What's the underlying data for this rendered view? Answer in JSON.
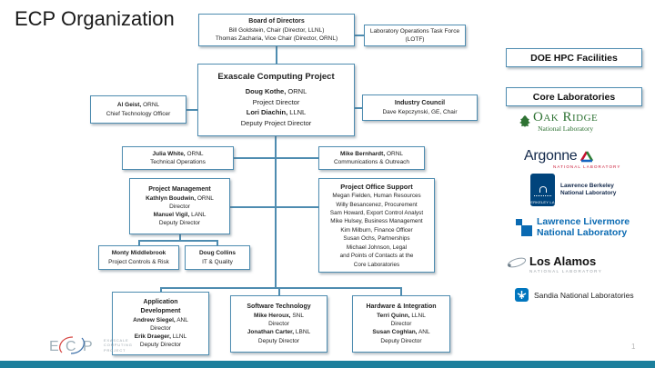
{
  "slide": {
    "title": "ECP Organization",
    "page_number": "1"
  },
  "org": {
    "board": {
      "title": "Board of Directors",
      "line1": "Bill Goldstein, Chair (Director, LLNL)",
      "line2": "Thomas Zacharia, Vice Chair (Director, ORNL)"
    },
    "lotf": {
      "title": "Laboratory Operations Task Force (LOTF)"
    },
    "ecp": {
      "title": "Exascale Computing Project",
      "director_name": "Doug Kothe,",
      "director_org": "ORNL",
      "director_role": "Project Director",
      "deputy_name": "Lori Diachin,",
      "deputy_org": "LLNL",
      "deputy_role": "Deputy Project Director"
    },
    "cto": {
      "name": "Al Geist,",
      "org": "ORNL",
      "role": "Chief Technology Officer"
    },
    "industry": {
      "title": "Industry Council",
      "line1": "Dave Kepczynski, GE, Chair"
    },
    "tech_ops": {
      "name": "Julia White,",
      "org": "ORNL",
      "role": "Technical Operations"
    },
    "comms": {
      "name": "Mike Bernhardt,",
      "org": "ORNL",
      "role": "Communications & Outreach"
    },
    "pm": {
      "title": "Project Management",
      "director_name": "Kathlyn Boudwin,",
      "director_org": "ORNL",
      "director_role": "Director",
      "deputy_name": "Manuel Vigil,",
      "deputy_org": "LANL",
      "deputy_role": "Deputy Director"
    },
    "pos": {
      "title": "Project Office Support",
      "members": [
        "Megan Fielden, Human Resources",
        "Willy Besancenez, Procurement",
        "Sam Howard, Export Control Analyst",
        "Mike Hulsey, Business Management",
        "Kim Milburn, Finance Officer",
        "Susan Ochs, Partnerships",
        "Michael Johnson, Legal",
        "and Points of Contacts at the",
        "Core Laboratories"
      ]
    },
    "controls": {
      "name": "Monty Middlebrook",
      "role": "Project Controls & Risk"
    },
    "it": {
      "name": "Doug Collins",
      "role": "IT & Quality"
    },
    "ad": {
      "title1": "Application",
      "title2": "Development",
      "director_name": "Andrew Siegel,",
      "director_org": "ANL",
      "director_role": "Director",
      "deputy_name": "Erik Draeger,",
      "deputy_org": "LLNL",
      "deputy_role": "Deputy Director"
    },
    "st": {
      "title": "Software Technology",
      "director_name": "Mike Heroux,",
      "director_org": "SNL",
      "director_role": "Director",
      "deputy_name": "Jonathan Carter,",
      "deputy_org": "LBNL",
      "deputy_role": "Deputy Director"
    },
    "hi": {
      "title": "Hardware & Integration",
      "director_name": "Terri Quinn,",
      "director_org": "LLNL",
      "director_role": "Director",
      "deputy_name": "Susan Coghlan,",
      "deputy_org": "ANL",
      "deputy_role": "Deputy Director"
    }
  },
  "right_panel": {
    "doe_header": "DOE HPC Facilities",
    "core_header": "Core Laboratories",
    "labs": {
      "ornl": {
        "name": "Oak Ridge",
        "sub": "National Laboratory"
      },
      "anl": {
        "name": "Argonne",
        "sub": "NATIONAL LABORATORY"
      },
      "lbnl": {
        "badge": "BERKELEY LAB",
        "name1": "Lawrence Berkeley",
        "name2": "National Laboratory"
      },
      "llnl": {
        "name1": "Lawrence Livermore",
        "name2": "National Laboratory"
      },
      "lanl": {
        "name": "Los Alamos",
        "sub": "NATIONAL LABORATORY"
      },
      "snl": {
        "name": "Sandia National Laboratories"
      }
    }
  },
  "footer": {
    "logo": [
      "E",
      "C",
      "P"
    ],
    "caption": [
      "EXASCALE",
      "COMPUTING",
      "PROJECT"
    ]
  },
  "colors": {
    "box_border": "#4e8cb0",
    "connector": "#4e8cb0",
    "bottom_bar": "#1c7f9c",
    "ornl_green": "#2e7233",
    "anl_navy": "#13294b",
    "anl_red": "#c8102e",
    "lbnl_blue": "#00447c",
    "llnl_blue": "#0a6ab2",
    "snl_blue": "#0076be"
  }
}
